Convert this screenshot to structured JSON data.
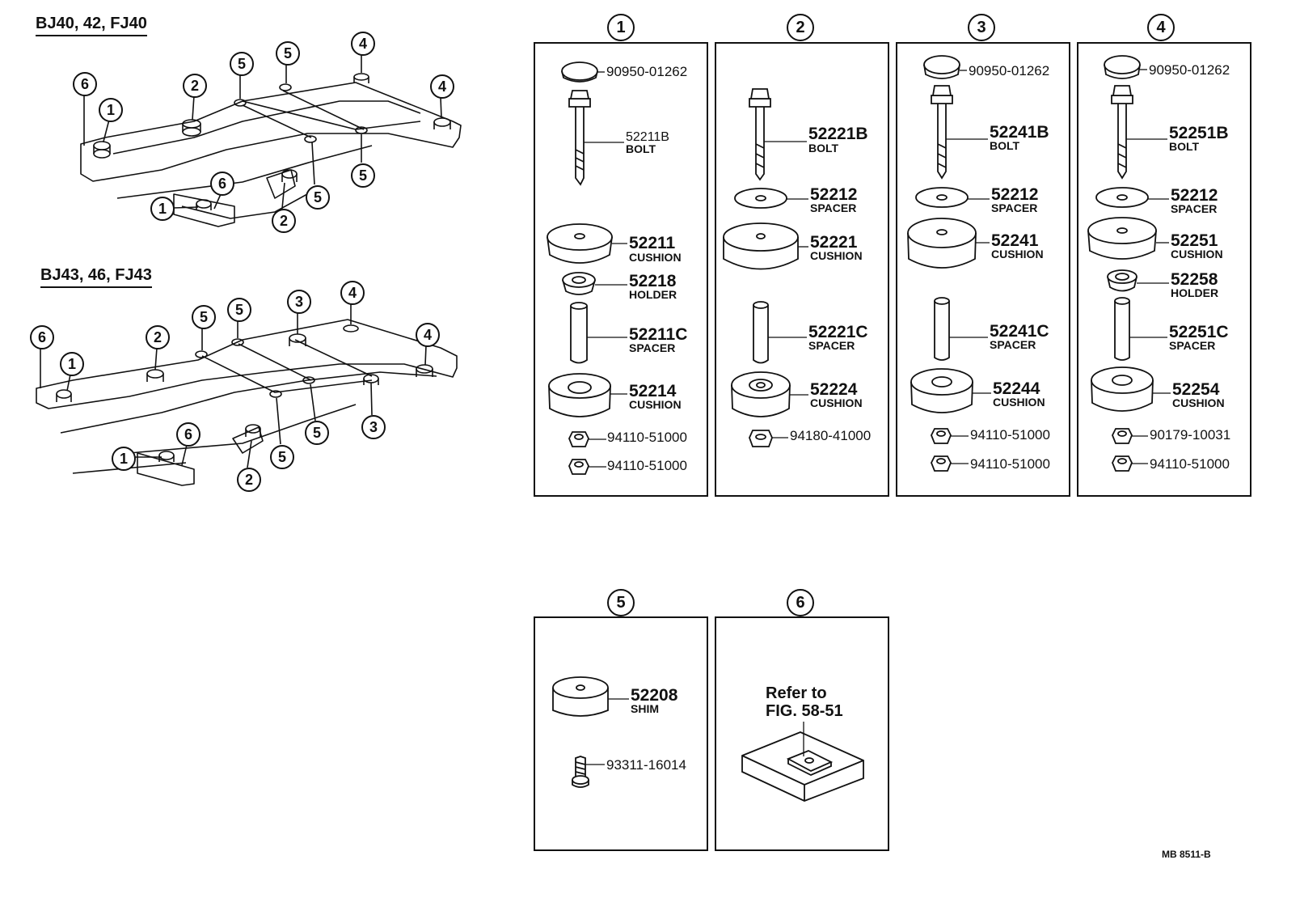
{
  "sections": [
    {
      "title": "BJ40, 42, FJ40"
    },
    {
      "title": "BJ43, 46, FJ43"
    }
  ],
  "columns": [
    {
      "num": "1",
      "cap": "90950-01262",
      "bolt": {
        "pn": "52211B",
        "name": "BOLT"
      },
      "cushion_top": {
        "pn": "52211",
        "name": "CUSHION"
      },
      "holder": {
        "pn": "52218",
        "name": "HOLDER"
      },
      "spacer": {
        "pn": "52211C",
        "name": "SPACER"
      },
      "cushion_bottom": {
        "pn": "52214",
        "name": "CUSHION"
      },
      "nut1": "94110-51000",
      "nut2": "94110-51000"
    },
    {
      "num": "2",
      "bolt": {
        "pn": "52221B",
        "name": "BOLT"
      },
      "washer": {
        "pn": "52212",
        "name": "SPACER"
      },
      "cushion_top": {
        "pn": "52221",
        "name": "CUSHION"
      },
      "spacer": {
        "pn": "52221C",
        "name": "SPACER"
      },
      "cushion_bottom": {
        "pn": "52224",
        "name": "CUSHION"
      },
      "nut1": "94180-41000"
    },
    {
      "num": "3",
      "cap": "90950-01262",
      "bolt": {
        "pn": "52241B",
        "name": "BOLT"
      },
      "washer": {
        "pn": "52212",
        "name": "SPACER"
      },
      "cushion_top": {
        "pn": "52241",
        "name": "CUSHION"
      },
      "spacer": {
        "pn": "52241C",
        "name": "SPACER"
      },
      "cushion_bottom": {
        "pn": "52244",
        "name": "CUSHION"
      },
      "nut1": "94110-51000",
      "nut2": "94110-51000"
    },
    {
      "num": "4",
      "cap": "90950-01262",
      "bolt": {
        "pn": "52251B",
        "name": "BOLT"
      },
      "washer": {
        "pn": "52212",
        "name": "SPACER"
      },
      "cushion_top": {
        "pn": "52251",
        "name": "CUSHION"
      },
      "holder": {
        "pn": "52258",
        "name": "HOLDER"
      },
      "spacer": {
        "pn": "52251C",
        "name": "SPACER"
      },
      "cushion_bottom": {
        "pn": "52254",
        "name": "CUSHION"
      },
      "nut1": "90179-10031",
      "nut2": "94110-51000"
    },
    {
      "num": "5",
      "shim": {
        "pn": "52208",
        "name": "SHIM"
      },
      "screw": "93311-16014"
    },
    {
      "num": "6",
      "ref_line1": "Refer to",
      "ref_line2": "FIG. 58-51"
    }
  ],
  "frame_callouts": [
    "1",
    "2",
    "3",
    "4",
    "5",
    "6"
  ],
  "footer_code": "MB  8511-B"
}
